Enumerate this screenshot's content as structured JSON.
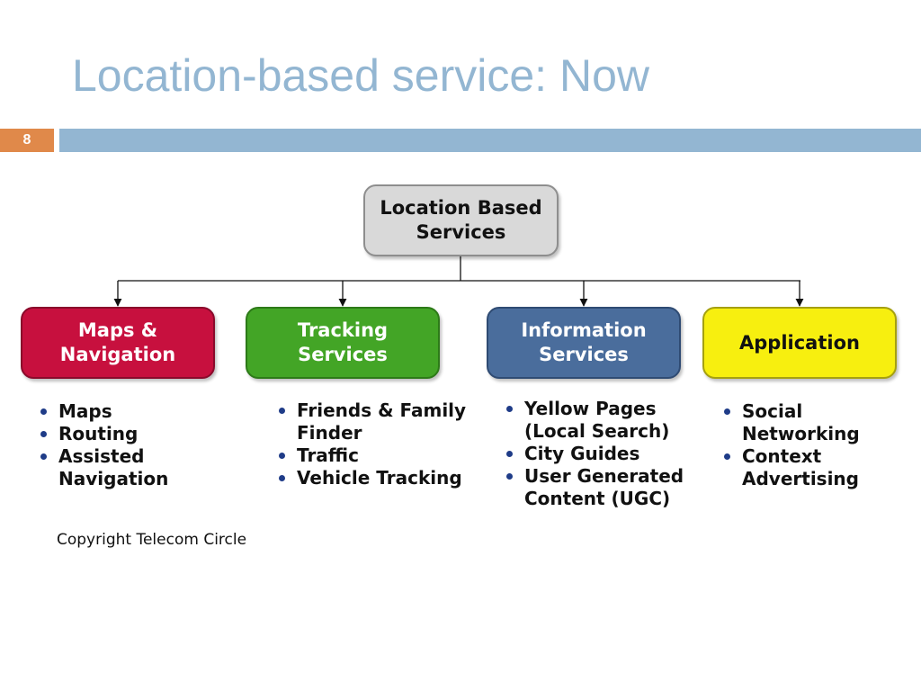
{
  "slide": {
    "title": "Location-based service: Now",
    "page_number": "8",
    "copyright": "Copyright Telecom Circle"
  },
  "diagram": {
    "root": {
      "line1": "Location Based",
      "line2": "Services",
      "color": "#d9d9d9"
    },
    "children": [
      {
        "line1": "Maps &",
        "line2": "Navigation",
        "color": "#c7103e",
        "items": [
          "Maps",
          "Routing",
          "Assisted Navigation"
        ]
      },
      {
        "line1": "Tracking",
        "line2": "Services",
        "color": "#43a526",
        "items": [
          "Friends & Family Finder",
          "Traffic",
          "Vehicle Tracking"
        ]
      },
      {
        "line1": "Information",
        "line2": "Services",
        "color": "#4a6d9c",
        "items": [
          "Yellow Pages (Local Search)",
          "City Guides",
          "User Generated Content (UGC)"
        ]
      },
      {
        "line1": "Application",
        "line2": "",
        "color": "#f7ef0f",
        "items": [
          "Social Networking",
          "Context Advertising"
        ]
      }
    ]
  },
  "theme": {
    "title_color": "#93b6d2",
    "page_number_bg": "#e0894a",
    "bullet_color": "#1f3c88"
  }
}
